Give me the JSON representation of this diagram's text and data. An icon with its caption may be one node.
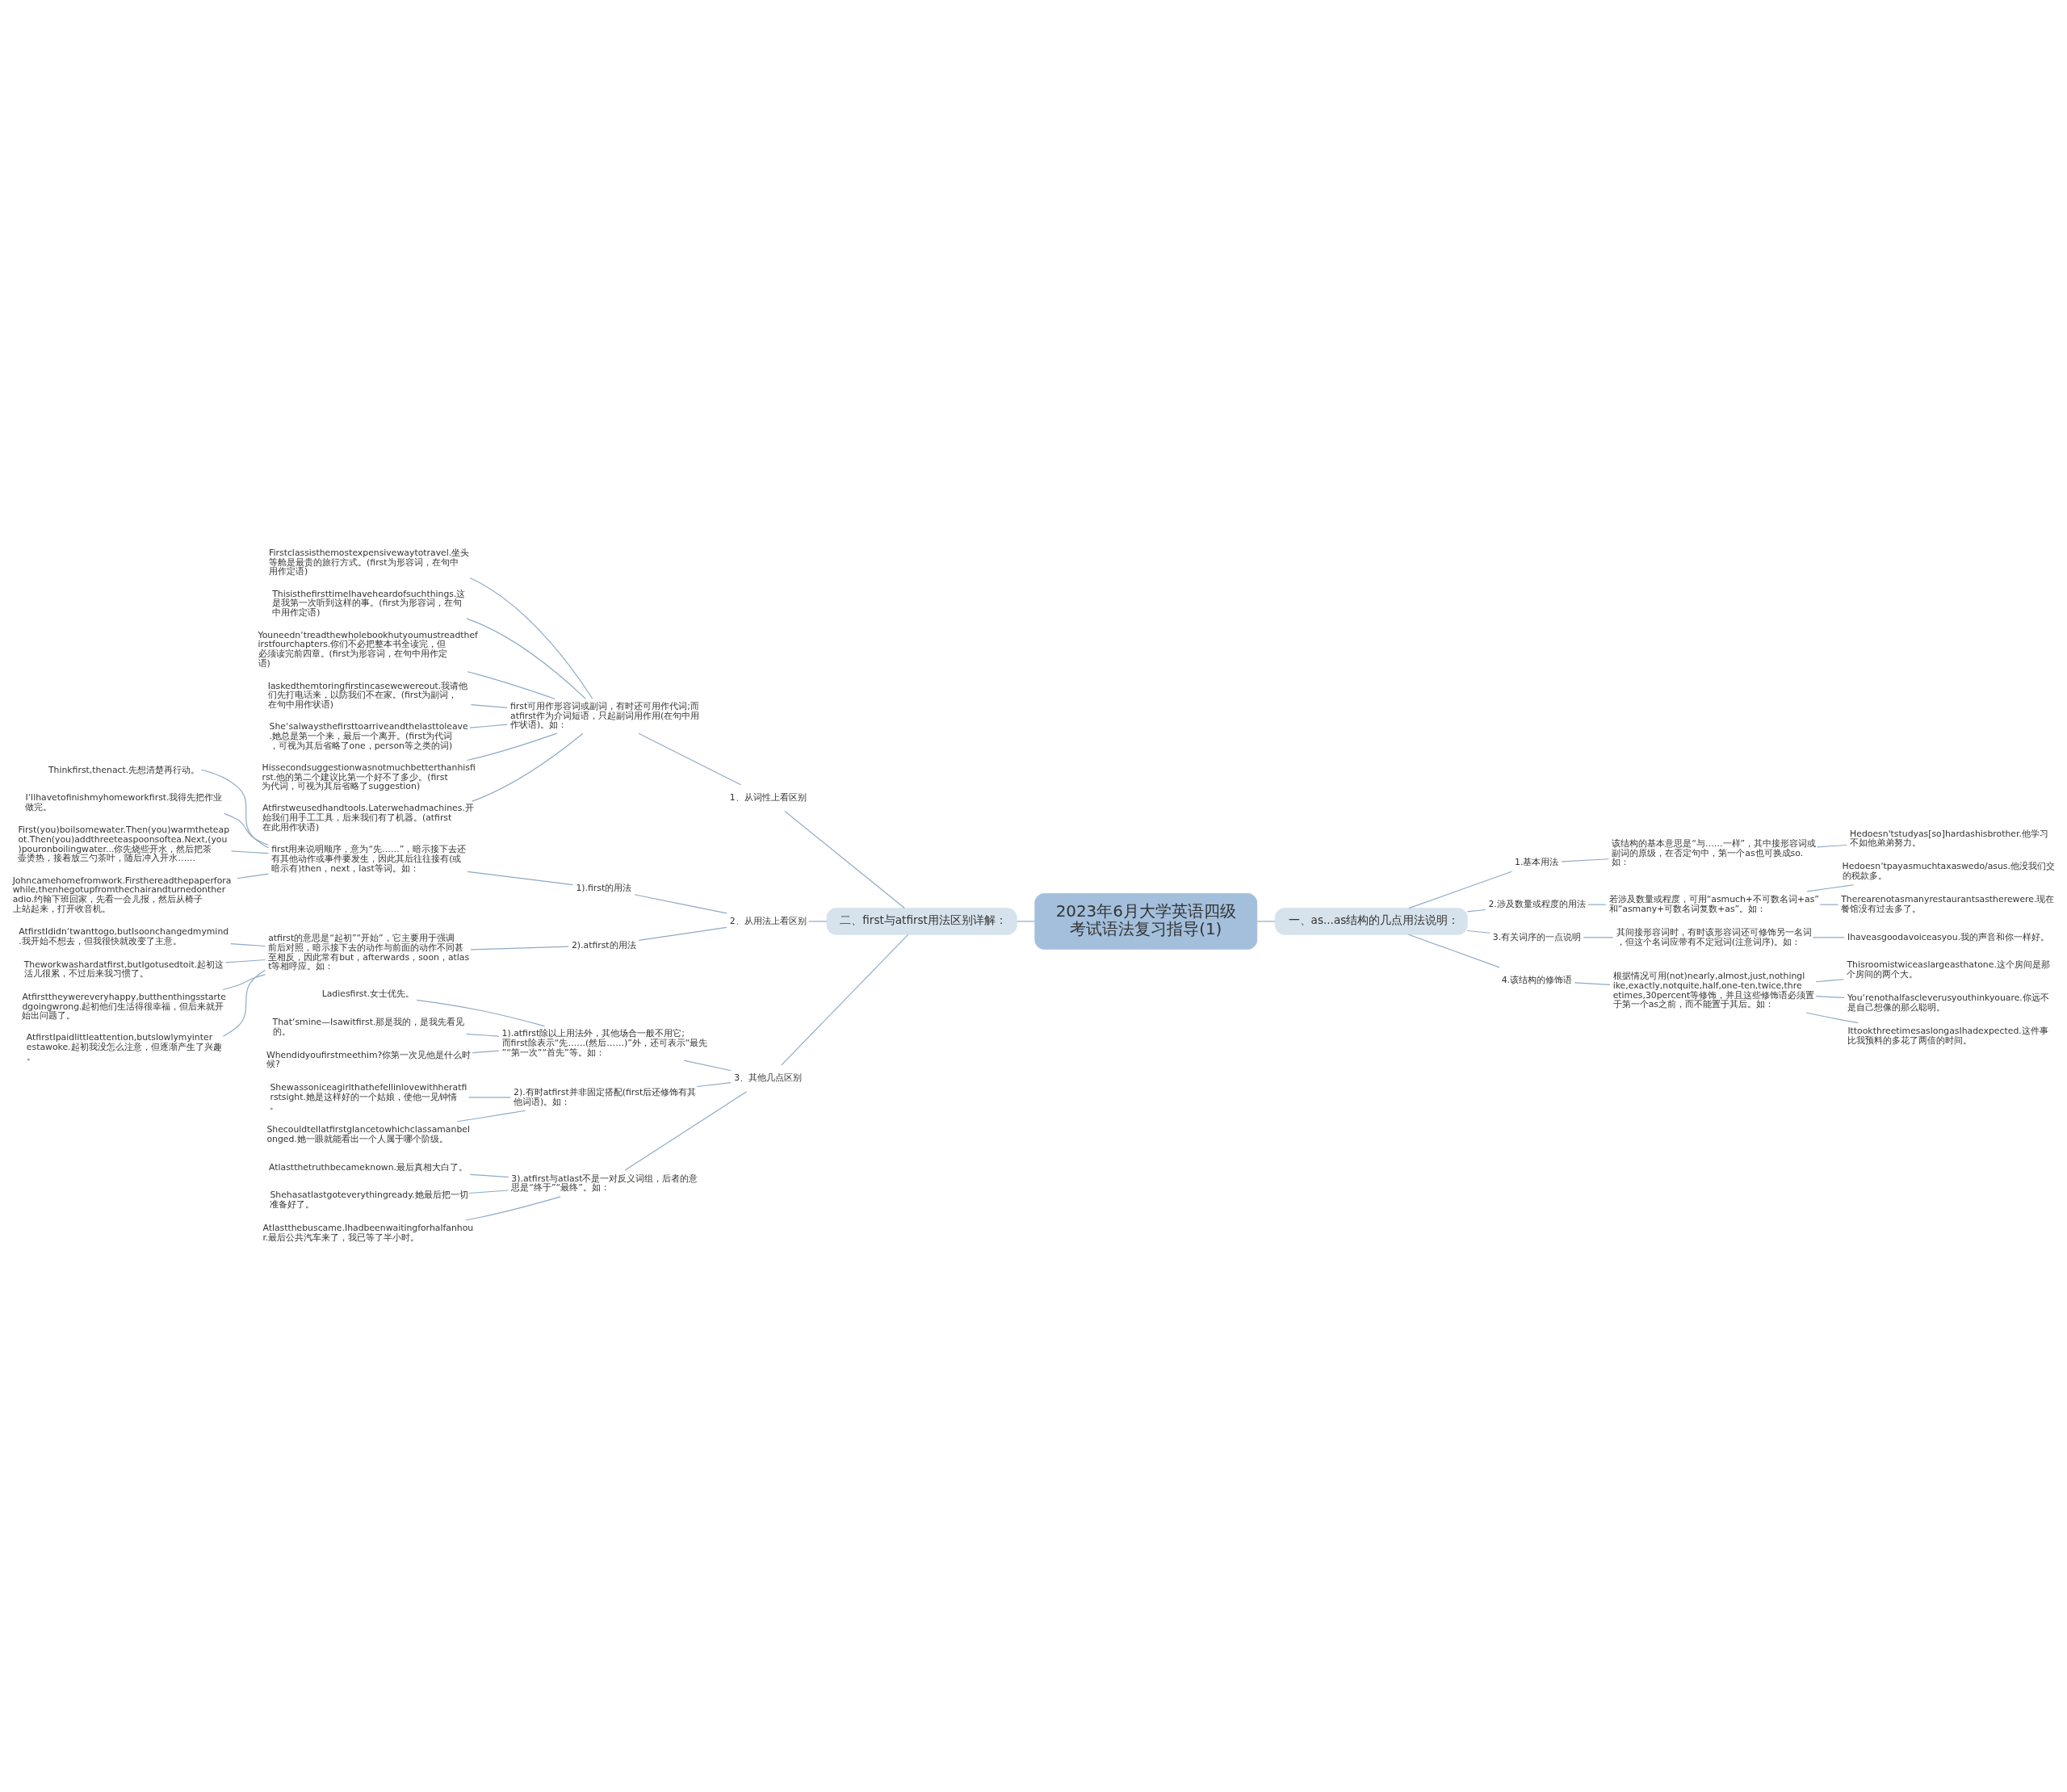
{
  "diagram": {
    "nodes": [
      {
        "text": [
          "2023年6月大学英语四级考试语法复习指导(1)"
        ]
      },
      {
        "text": [
          "二、first与atfirst用法区别详解："
        ]
      },
      {
        "text": [
          "1、从词性上看区别"
        ]
      },
      {
        "text": [
          "first可用作形容词或副词，有时还可用作代词;而atfirst作为介词短语，只起副词用作用(在句中用作状语)。如："
        ]
      },
      {
        "text": [
          "Firstclassisthemostexpensivewaytotravel.坐头等舱是最贵的旅行方式。(first为形容词，在句中用作定语)"
        ]
      },
      {
        "text": [
          "ThisisthefirsttimeIhaveheardofsuchthings.这是我第一次听到这样的事。(first为形容词，在句中用作定语)"
        ]
      },
      {
        "text": [
          "Youneedn‘treadthewholebookhutyoumustreadthefirstfourchapters.你们不必把整本书全读完，但必须读完前四章。(first为形容词，在句中用作定语)"
        ]
      },
      {
        "text": [
          "Iaskedthemtoringfirstincasewewereout.我请他们先打电话来，以防我们不在家。(first为副词，在句中用作状语)"
        ]
      },
      {
        "text": [
          "She‘salwaysthefirsttoarriveandthelasttoleave.她总是第一个来，最后一个离开。(first为代词，可视为其后省略了one，person等之类的词)"
        ]
      },
      {
        "text": [
          "Hissecondsuggestionwasnotmuchbetterthanhisfirst.他的第二个建议比第一个好不了多少。(first为代词，可视为其后省略了suggestion)"
        ]
      },
      {
        "text": [
          "Atfirstweusedhandtools.Laterwehadmachines.开始我们用手工工具，后来我们有了机器。(atfirst在此用作状语)"
        ]
      },
      {
        "text": [
          "2、从用法上看区别"
        ]
      },
      {
        "text": [
          "1).first的用法"
        ]
      },
      {
        "text": [
          "first用来说明顺序，意为“先……”，暗示接下去还有其他动作或事件要发生，因此其后往往接有(或暗示有)then，next，last等词。如："
        ]
      },
      {
        "text": [
          "Thinkfirst,thenact.先想清楚再行动。"
        ]
      },
      {
        "text": [
          "I‘llhavetofinishmyhomeworkfirst.我得先把作业做完。"
        ]
      },
      {
        "text": [
          "First(you)boilsomewater.Then(you)warmtheteapot.Then(you)addthreeteaspoonsoftea.Next,(you)pouronboilingwater...你先烧些开水，然后把茶壶烫热，接着放三勺茶叶，随后冲入开水……"
        ]
      },
      {
        "text": [
          "Johncamehomefromwork.Firsthereadthepaperforawhile,thenhegotupfromthechairandturnedontheradio.约翰下班回家，先看一会儿报，然后从椅子上站起来，打开收音机。"
        ]
      },
      {
        "text": [
          "2).atfirst的用法"
        ]
      },
      {
        "text": [
          "atfirst的意思是“起初”“开始”，它主要用于强调前后对照，暗示接下去的动作与前面的动作不同甚至相反，因此常有but，afterwards，soon，atlast等相呼应。如："
        ]
      },
      {
        "text": [
          "AtfirstIdidn‘twanttogo,butIsoonchangedmymind.我开始不想去，但我很快就改变了主意。"
        ]
      },
      {
        "text": [
          "Theworkwashardatfirst,butIgotusedtoit.起初这活儿很累，不过后来我习惯了。"
        ]
      },
      {
        "text": [
          "Atfirsttheywereveryhappy,butthenthingsstartedgoingwrong.起初他们生活得很幸福，但后来就开始出问题了。"
        ]
      },
      {
        "text": [
          "AtfirstIpaidlittleattention,butslowlymyinterestawoke.起初我没怎么注意，但逐渐产生了兴趣。"
        ]
      },
      {
        "text": [
          "3、其他几点区别"
        ]
      },
      {
        "text": [
          "1).atfirst除以上用法外，其他场合一般不用它;而first除表示“先……(然后……)”外，还可表示“最先”“第一次”“首先”等。如："
        ]
      },
      {
        "text": [
          "Ladiesfirst.女士优先。"
        ]
      },
      {
        "text": [
          "That‘smine—Isawitfirst.那是我的，是我先看见的。"
        ]
      },
      {
        "text": [
          "Whendidyoufirstmeethim?你第一次见他是什么时候?"
        ]
      },
      {
        "text": [
          "2).有时atfirst并非固定搭配(first后还修饰有其他词语)。如："
        ]
      },
      {
        "text": [
          "Shewassoniceagirlthathefellinlovewithheratfirstsight.她是这样好的一个姑娘，使他一见钟情。"
        ]
      },
      {
        "text": [
          "Shecouldtellatfirstglancetowhichclassamanbelonged.她一眼就能看出一个人属于哪个阶级。"
        ]
      },
      {
        "text": [
          "3).atfirst与atlast不是一对反义词组，后者的意思是“终于”“最终”。如："
        ]
      },
      {
        "text": [
          "Atlastthetruthbecameknown.最后真相大白了。"
        ]
      },
      {
        "text": [
          "Shehasatlastgoteverythingready.她最后把一切准备好了。"
        ]
      },
      {
        "text": [
          "Atlastthebuscame.Ihadbeenwaitingforhalfanhour.最后公共汽车来了，我已等了半小时。"
        ]
      },
      {
        "text": [
          "一、as...as结构的几点用法说明："
        ]
      },
      {
        "text": [
          "1.基本用法"
        ]
      },
      {
        "text": [
          "该结构的基本意思是“与……一样”，其中接形容词或副词的原级，在否定句中，第一个as也可换成so.如："
        ]
      },
      {
        "text": [
          "Hedoesn'tstudyas[so]hardashisbrother.他学习不如他弟弟努力。"
        ]
      },
      {
        "text": [
          "2.涉及数量或程度的用法"
        ]
      },
      {
        "text": [
          "若涉及数量或程度，可用“asmuch+不可数名词+as”和“asmany+可数名词复数+as”。如："
        ]
      },
      {
        "text": [
          "Hedoesn‘tpayasmuchtaxaswedo/asus.他没我们交的税款多。"
        ]
      },
      {
        "text": [
          "Therearenotasmanyrestaurantsastherewere.现在餐馆没有过去多了。"
        ]
      },
      {
        "text": [
          "3.有关词序的一点说明"
        ]
      },
      {
        "text": [
          "其间接形容词时，有时该形容词还可修饰另一名词，但这个名词应带有不定冠词(注意词序)。如："
        ]
      },
      {
        "text": [
          "Ihaveasgoodavoiceasyou.我的声音和你一样好。"
        ]
      },
      {
        "text": [
          "4.该结构的修饰语"
        ]
      },
      {
        "text": [
          "根据情况可用(not)nearly,almost,just,nothinglike,exactly,notquite,half,one-ten,twice,threetimes,30percent等修饰，并且这些修饰语必须置于第一个as之前，而不能置于其后。如："
        ]
      },
      {
        "text": [
          "Thisroomistwiceaslargeasthatone.这个房间是那个房间的两个大。"
        ]
      },
      {
        "text": [
          "You‘renothalfascleverusyouthinkyouare.你远不是自己想像的那么聪明。"
        ]
      },
      {
        "text": [
          "IttookthreetimesaslongasIhadexpected.这件事比我预料的多花了两倍的时间。"
        ]
      }
    ],
    "edges": [
      {
        "from": 0,
        "to": 1,
        "arrow": "none"
      },
      {
        "from": 1,
        "to": 2,
        "arrow": "none"
      },
      {
        "from": 2,
        "to": 3,
        "arrow": "none"
      },
      {
        "from": 3,
        "to": 4,
        "arrow": "none"
      },
      {
        "from": 3,
        "to": 5,
        "arrow": "none"
      },
      {
        "from": 3,
        "to": 6,
        "arrow": "none"
      },
      {
        "from": 3,
        "to": 7,
        "arrow": "none"
      },
      {
        "from": 3,
        "to": 8,
        "arrow": "none"
      },
      {
        "from": 3,
        "to": 9,
        "arrow": "none"
      },
      {
        "from": 3,
        "to": 10,
        "arrow": "none"
      },
      {
        "from": 1,
        "to": 11,
        "arrow": "none"
      },
      {
        "from": 11,
        "to": 12,
        "arrow": "none"
      },
      {
        "from": 12,
        "to": 13,
        "arrow": "none"
      },
      {
        "from": 13,
        "to": 14,
        "arrow": "none"
      },
      {
        "from": 13,
        "to": 15,
        "arrow": "none"
      },
      {
        "from": 13,
        "to": 16,
        "arrow": "none"
      },
      {
        "from": 13,
        "to": 17,
        "arrow": "none"
      },
      {
        "from": 11,
        "to": 18,
        "arrow": "none"
      },
      {
        "from": 18,
        "to": 19,
        "arrow": "none"
      },
      {
        "from": 19,
        "to": 20,
        "arrow": "none"
      },
      {
        "from": 19,
        "to": 21,
        "arrow": "none"
      },
      {
        "from": 19,
        "to": 22,
        "arrow": "none"
      },
      {
        "from": 19,
        "to": 23,
        "arrow": "none"
      },
      {
        "from": 1,
        "to": 24,
        "arrow": "none"
      },
      {
        "from": 24,
        "to": 25,
        "arrow": "none"
      },
      {
        "from": 25,
        "to": 26,
        "arrow": "none"
      },
      {
        "from": 25,
        "to": 27,
        "arrow": "none"
      },
      {
        "from": 25,
        "to": 28,
        "arrow": "none"
      },
      {
        "from": 24,
        "to": 29,
        "arrow": "none"
      },
      {
        "from": 29,
        "to": 30,
        "arrow": "none"
      },
      {
        "from": 29,
        "to": 31,
        "arrow": "none"
      },
      {
        "from": 24,
        "to": 32,
        "arrow": "none"
      },
      {
        "from": 32,
        "to": 33,
        "arrow": "none"
      },
      {
        "from": 32,
        "to": 34,
        "arrow": "none"
      },
      {
        "from": 32,
        "to": 35,
        "arrow": "none"
      },
      {
        "from": 0,
        "to": 36,
        "arrow": "none"
      },
      {
        "from": 36,
        "to": 37,
        "arrow": "none"
      },
      {
        "from": 37,
        "to": 38,
        "arrow": "none"
      },
      {
        "from": 38,
        "to": 39,
        "arrow": "none"
      },
      {
        "from": 36,
        "to": 40,
        "arrow": "none"
      },
      {
        "from": 40,
        "to": 41,
        "arrow": "none"
      },
      {
        "from": 41,
        "to": 42,
        "arrow": "none"
      },
      {
        "from": 41,
        "to": 43,
        "arrow": "none"
      },
      {
        "from": 36,
        "to": 44,
        "arrow": "none"
      },
      {
        "from": 44,
        "to": 45,
        "arrow": "none"
      },
      {
        "from": 45,
        "to": 46,
        "arrow": "none"
      },
      {
        "from": 36,
        "to": 47,
        "arrow": "none"
      },
      {
        "from": 47,
        "to": 48,
        "arrow": "none"
      },
      {
        "from": 48,
        "to": 49,
        "arrow": "none"
      },
      {
        "from": 48,
        "to": 50,
        "arrow": "none"
      },
      {
        "from": 48,
        "to": 51,
        "arrow": "none"
      }
    ]
  }
}
